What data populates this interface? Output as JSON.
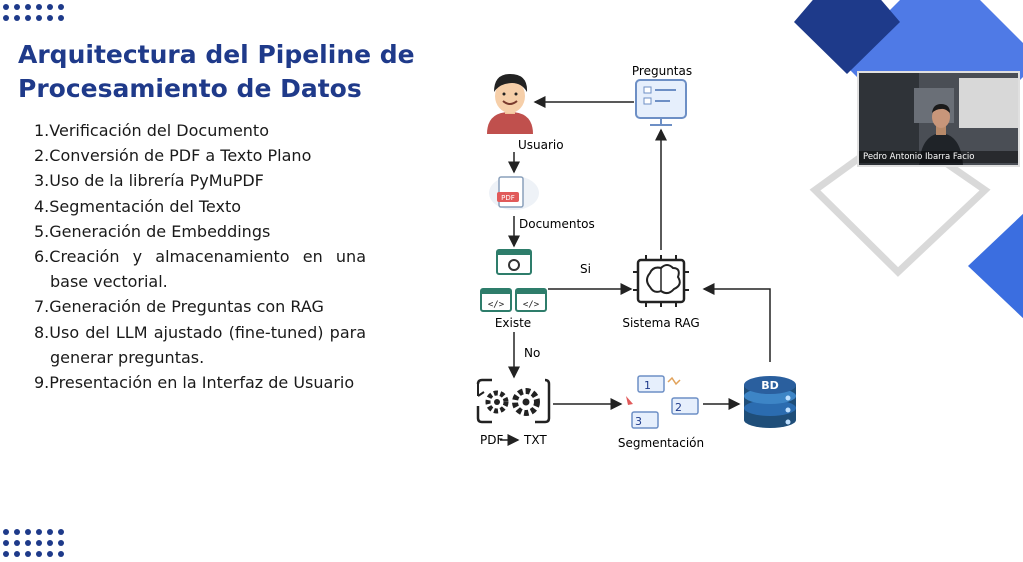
{
  "slide": {
    "title": "Arquitectura del Pipeline de Procesamiento de Datos",
    "items": [
      "1.Verificación del Documento",
      "2.Conversión de PDF a Texto Plano",
      "3.Uso de la librería PyMuPDF",
      "4.Segmentación del Texto",
      "5.Generación de Embeddings",
      "6.Creación y almacenamiento en una base vectorial.",
      "7.Generación de Preguntas con RAG",
      "8.Uso del LLM ajustado (fine-tuned) para generar preguntas.",
      "9.Presentación en la Interfaz de Usuario"
    ]
  },
  "diagram": {
    "preguntas": "Preguntas",
    "usuario": "Usuario",
    "documentos": "Documentos",
    "pdf_badge": "PDF",
    "existe": "Existe",
    "si": "Si",
    "no": "No",
    "sistema_rag": "Sistema RAG",
    "pdf_txt_left": "PDF",
    "pdf_txt_right": "TXT",
    "segmentacion": "Segmentación",
    "bd": "BD",
    "seg_numbers": [
      "1",
      "2",
      "3"
    ]
  },
  "video": {
    "participant_name": "Pedro Antonio Ibarra Facio"
  },
  "colors": {
    "title": "#1f3a8a",
    "accent_dark": "#1e3a8a",
    "accent_light": "#3b6ee0"
  }
}
